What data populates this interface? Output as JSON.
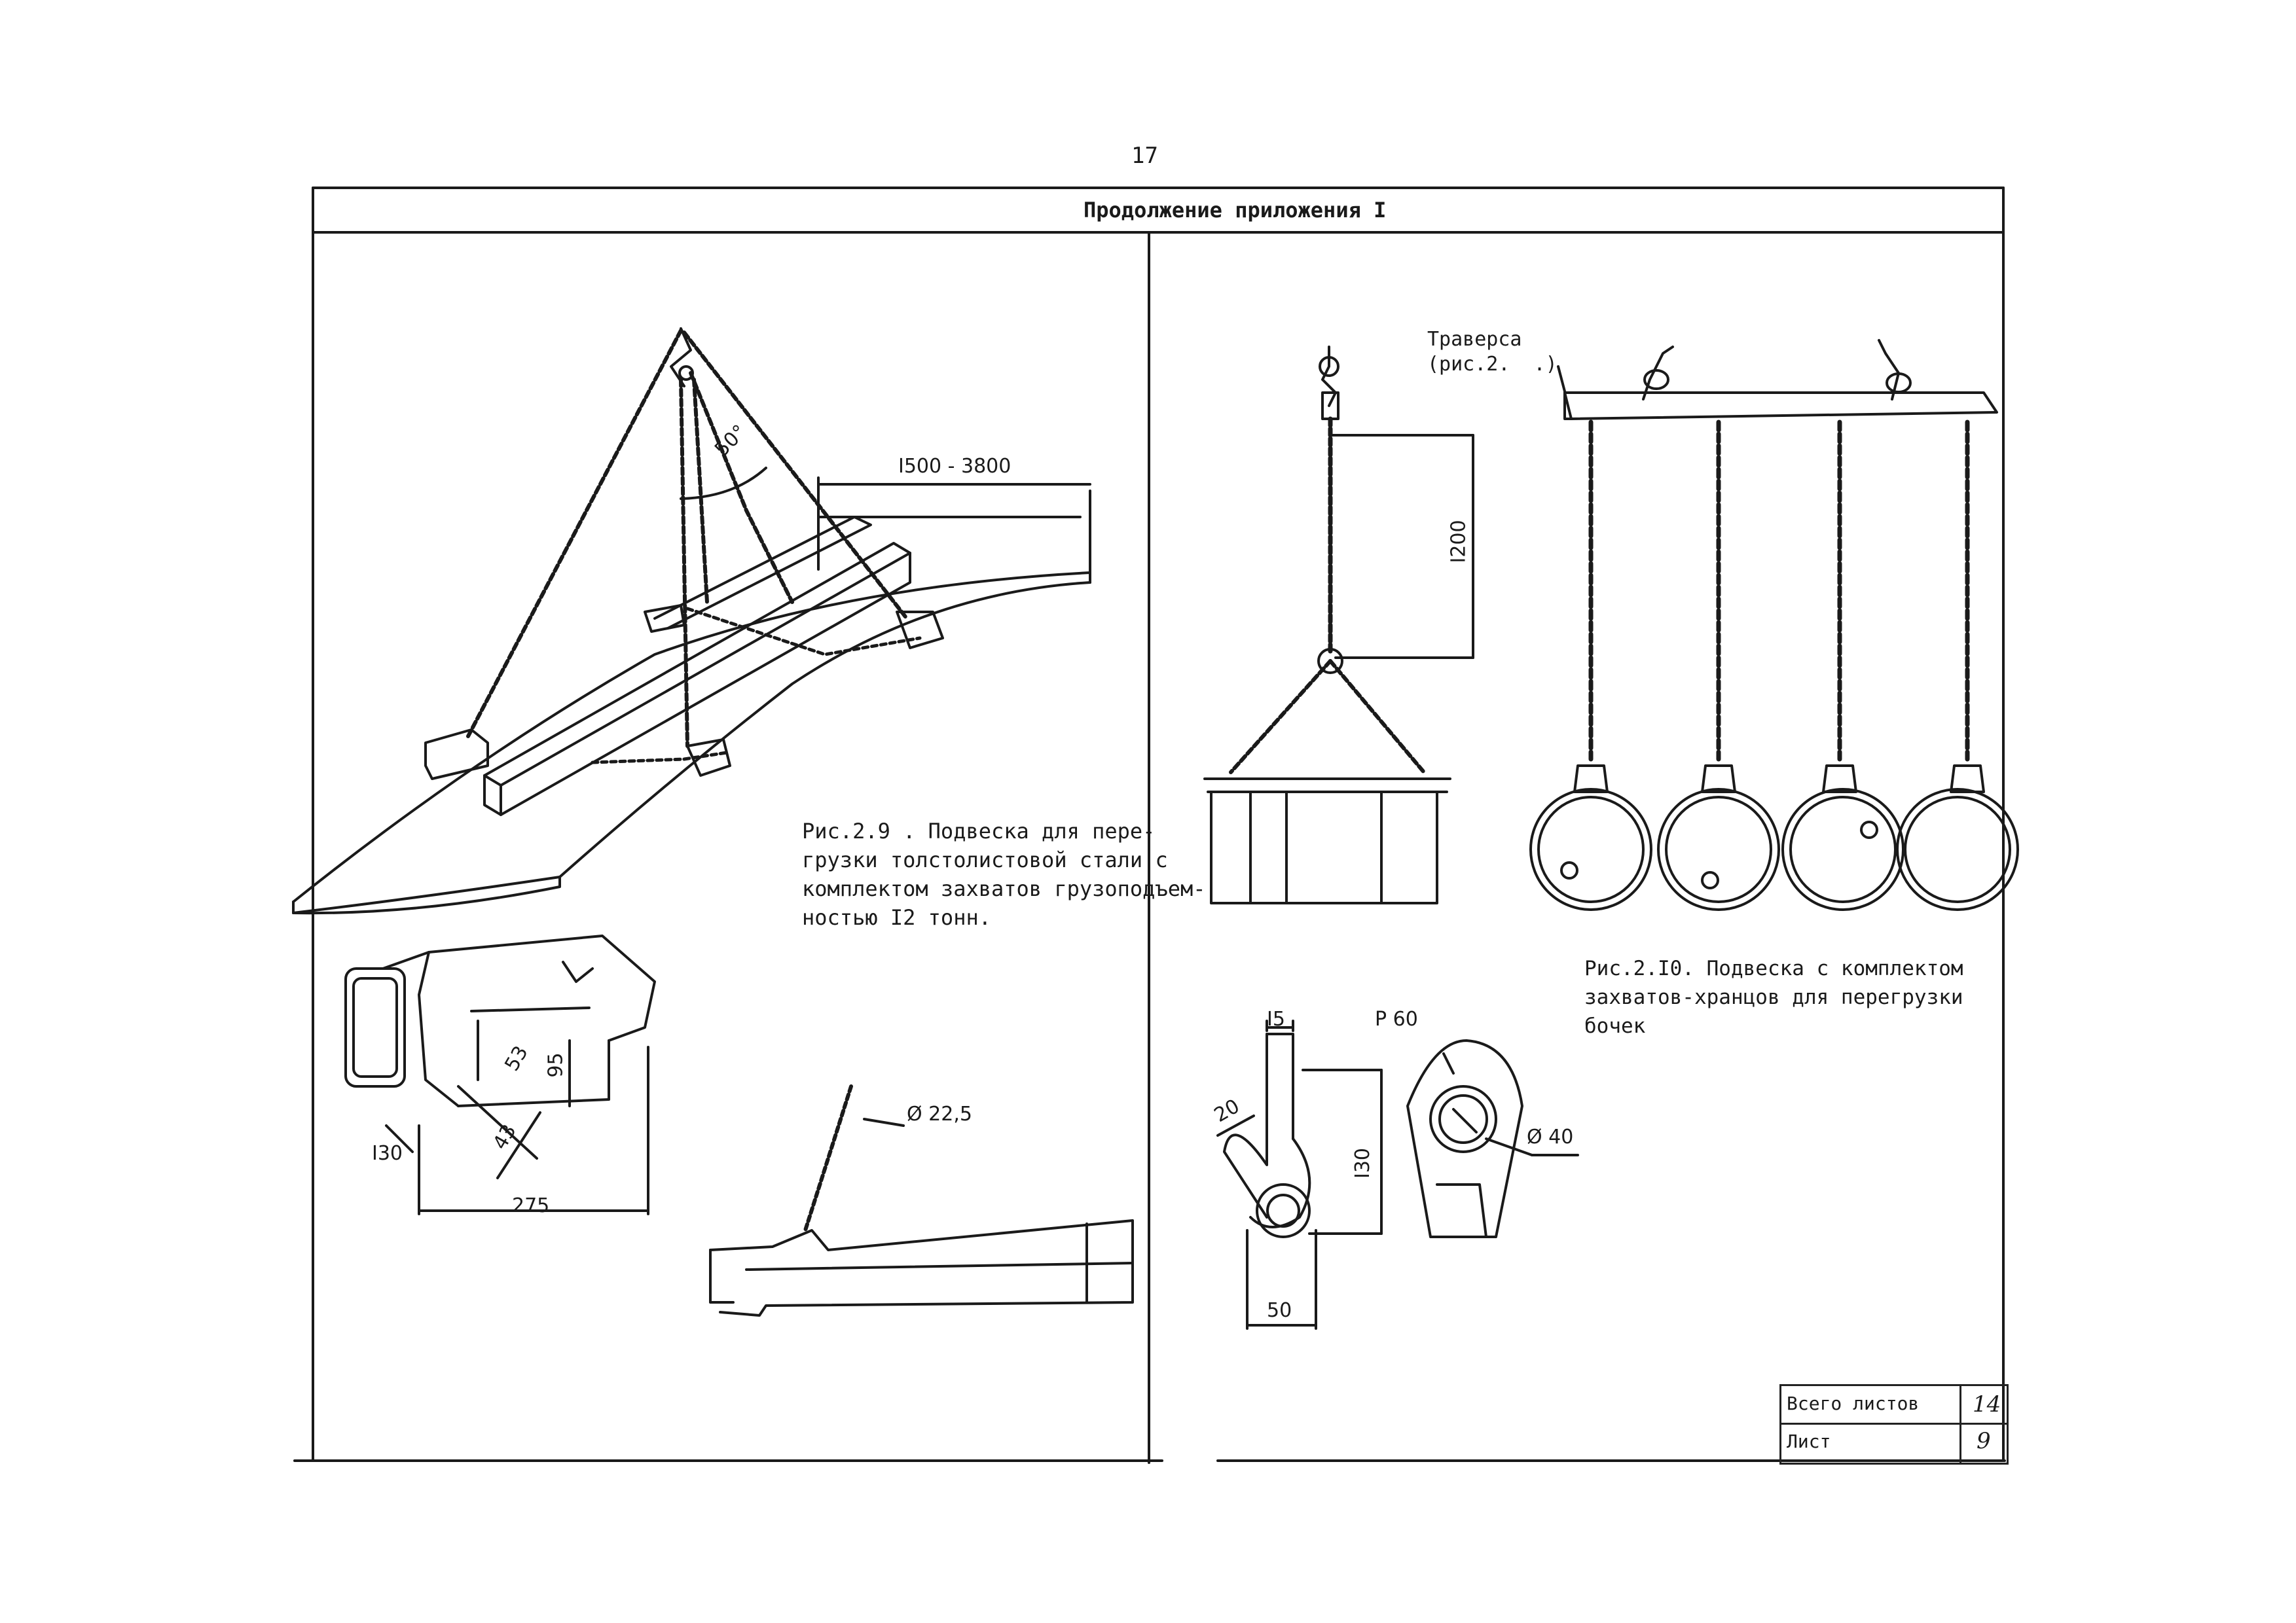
{
  "page_number": "17",
  "header": {
    "title": "Продолжение приложения I"
  },
  "figure_left": {
    "caption": "Рис.2.9 . Подвеска для пере-\nгрузки толстолистовой стали с\nкомплектом захватов грузоподъем-\nностью I2 тонн.",
    "angle_label": "50°",
    "span_label": "I500 - 3800",
    "dims": {
      "d53": "53",
      "d95": "95",
      "d43": "43",
      "d130": "I30",
      "d275": "275",
      "d_rope": "Ø 22,5"
    }
  },
  "figure_right": {
    "traverse_label": "Траверса\n(рис.2.  .)",
    "height_label": "I200",
    "caption": "Рис.2.I0. Подвеска с комплектом\nзахватов-хранцов для перегрузки\nбочек",
    "dims": {
      "d15": "I5",
      "r60": "P 60",
      "d20": "20",
      "d130": "I30",
      "d40": "Ø 40",
      "d50": "50"
    }
  },
  "stamp": {
    "total_label": "Всего листов",
    "total_value": "14",
    "sheet_label": "Лист",
    "sheet_value": "9"
  }
}
